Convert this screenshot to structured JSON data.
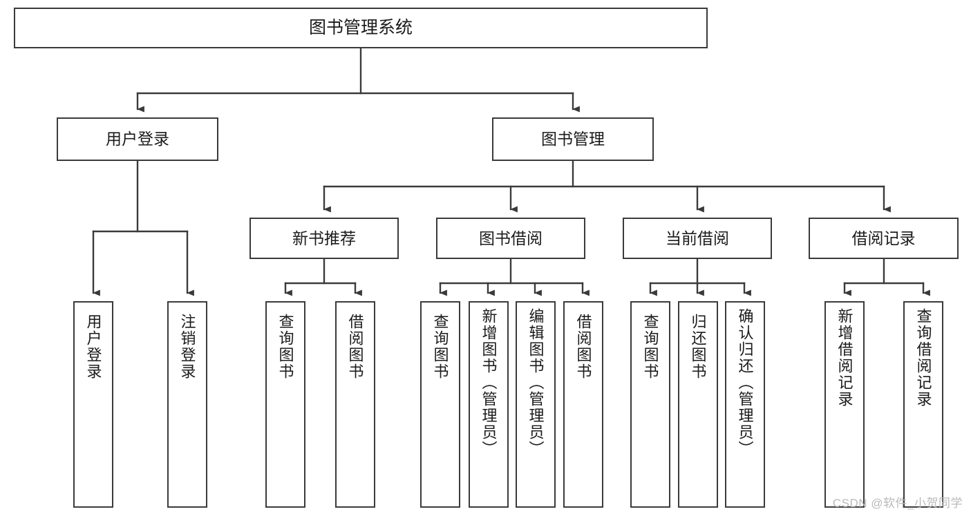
{
  "diagram": {
    "title": "图书管理系统",
    "type": "tree",
    "root": {
      "label": "图书管理系统"
    },
    "level2": [
      {
        "id": "user-login",
        "label": "用户登录"
      },
      {
        "id": "book-manage",
        "label": "图书管理"
      }
    ],
    "level3": [
      {
        "id": "new-book-rec",
        "label": "新书推荐",
        "parent": "book-manage"
      },
      {
        "id": "book-borrow",
        "label": "图书借阅",
        "parent": "book-manage"
      },
      {
        "id": "current-borrow",
        "label": "当前借阅",
        "parent": "book-manage"
      },
      {
        "id": "borrow-record",
        "label": "借阅记录",
        "parent": "book-manage"
      }
    ],
    "leaves": [
      {
        "id": "leaf-user-login",
        "label": "用户登录",
        "parent": "user-login"
      },
      {
        "id": "leaf-logout",
        "label": "注销登录",
        "parent": "user-login"
      },
      {
        "id": "leaf-query-book-1",
        "label": "查询图书",
        "parent": "new-book-rec"
      },
      {
        "id": "leaf-borrow-book-1",
        "label": "借阅图书",
        "parent": "new-book-rec"
      },
      {
        "id": "leaf-query-book-2",
        "label": "查询图书",
        "parent": "book-borrow"
      },
      {
        "id": "leaf-add-book",
        "label": "新增图书（管理员）",
        "parent": "book-borrow"
      },
      {
        "id": "leaf-edit-book",
        "label": "编辑图书（管理员）",
        "parent": "book-borrow"
      },
      {
        "id": "leaf-borrow-book-2",
        "label": "借阅图书",
        "parent": "book-borrow"
      },
      {
        "id": "leaf-query-book-3",
        "label": "查询图书",
        "parent": "current-borrow"
      },
      {
        "id": "leaf-return-book",
        "label": "归还图书",
        "parent": "current-borrow"
      },
      {
        "id": "leaf-confirm-return",
        "label": "确认归还（管理员）",
        "parent": "current-borrow"
      },
      {
        "id": "leaf-add-record",
        "label": "新增借阅记录",
        "parent": "borrow-record"
      },
      {
        "id": "leaf-query-record",
        "label": "查询借阅记录",
        "parent": "borrow-record"
      }
    ],
    "colors": {
      "box_border": "#3a3a3a",
      "box_fill": "#ffffff",
      "connector": "#3a3a3a",
      "text": "#1b1b1b",
      "watermark": "#b9b9b9"
    }
  },
  "watermark": {
    "text": "CSDN @软件_小贺同学"
  }
}
